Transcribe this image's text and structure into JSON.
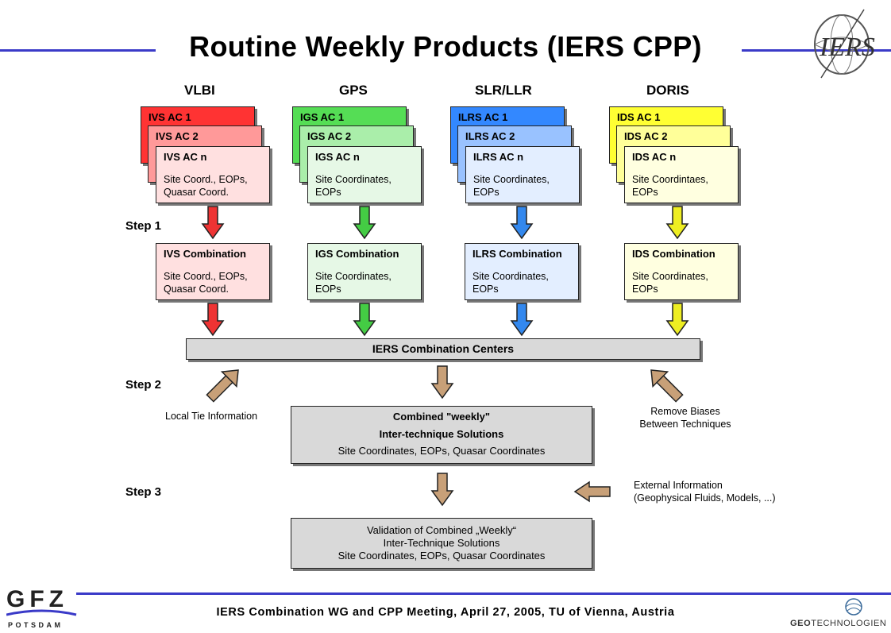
{
  "title": "Routine Weekly Products (IERS CPP)",
  "columns": [
    {
      "head": "VLBI",
      "ac1": "IVS AC 1",
      "ac2": "IVS AC 2",
      "acn": "IVS AC n",
      "acn_body": "Site Coord., EOPs,\nQuasar  Coord.",
      "comb": "IVS Combination",
      "comb_body": "Site Coord., EOPs,\nQuasar Coord.",
      "colors": {
        "c1": "#ff3333",
        "c2": "#ff9999",
        "c3": "#ffe0e0",
        "arrow": "#ee3333"
      }
    },
    {
      "head": "GPS",
      "ac1": "IGS AC 1",
      "ac2": "IGS AC 2",
      "acn": "IGS AC n",
      "acn_body": "Site Coordinates,\nEOPs",
      "comb": "IGS Combination",
      "comb_body": "Site Coordinates,\nEOPs",
      "colors": {
        "c1": "#55dd55",
        "c2": "#aaeeaa",
        "c3": "#e6f8e6",
        "arrow": "#44cc44"
      }
    },
    {
      "head": "SLR/LLR",
      "ac1": "ILRS AC 1",
      "ac2": "ILRS AC 2",
      "acn": "ILRS AC n",
      "acn_body": "Site Coordinates,\nEOPs",
      "comb": "ILRS Combination",
      "comb_body": "Site Coordinates,\nEOPs",
      "colors": {
        "c1": "#3388ff",
        "c2": "#99c2ff",
        "c3": "#e3eeff",
        "arrow": "#3388ee"
      }
    },
    {
      "head": "DORIS",
      "ac1": "IDS AC 1",
      "ac2": "IDS AC 2",
      "acn": "IDS AC n",
      "acn_body": "Site Coordintaes,\nEOPs",
      "comb": "IDS Combination",
      "comb_body": "Site Coordinates,\nEOPs",
      "colors": {
        "c1": "#ffff33",
        "c2": "#ffff99",
        "c3": "#ffffe0",
        "arrow": "#eeee22"
      }
    }
  ],
  "steps": {
    "s1": "Step 1",
    "s2": "Step 2",
    "s3": "Step 3"
  },
  "centers": "IERS Combination Centers",
  "combined": {
    "l1": "Combined \"weekly\"",
    "l2": "Inter-technique Solutions",
    "l3": "Site Coordinates, EOPs, Quasar Coordinates"
  },
  "validation": {
    "l1": "Validation of Combined „Weekly“",
    "l2": "Inter-Technique Solutions",
    "l3": "Site Coordinates, EOPs, Quasar Coordinates"
  },
  "notes": {
    "local_tie": "Local Tie Information",
    "remove_biases": "Remove Biases\nBetween Techniques",
    "external": "External Information\n(Geophysical Fluids, Models, ...)"
  },
  "footer": "IERS Combination  WG and CPP Meeting,  April 27, 2005,  TU of Vienna,  Austria",
  "logos": {
    "iers": "IERS",
    "gfz": "GFZ",
    "potsdam": "POTSDAM",
    "geo_bold": "GEO",
    "geo_rest": "TECHNOLOGIEN"
  },
  "colors": {
    "rule": "#3a3ac8",
    "brown": "#c8a078",
    "grey": "#d9d9d9"
  }
}
